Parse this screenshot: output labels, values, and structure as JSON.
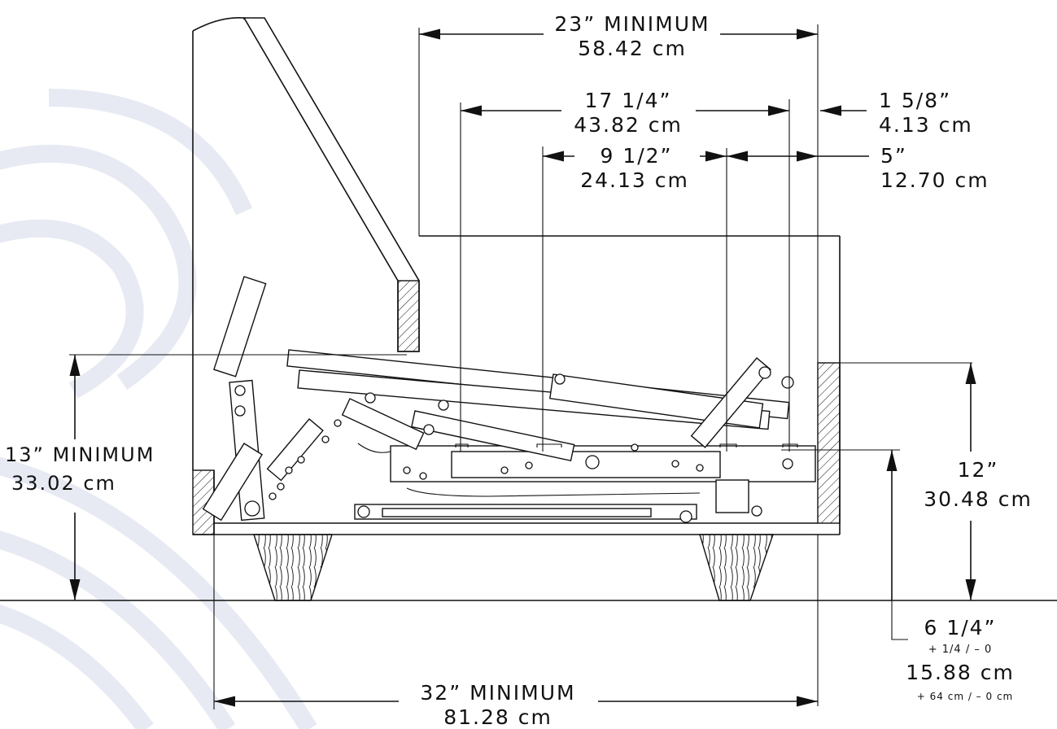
{
  "diagram": {
    "labels": {
      "top_overall_in": "23” MINIMUM",
      "top_overall_cm": "58.42  cm",
      "inner_span_in": "17  1/4”",
      "inner_span_cm": "43.82  cm",
      "mid_span_in": "9  1/2”",
      "mid_span_cm": "24.13  cm",
      "edge_gap_in": "1  5/8”",
      "edge_gap_cm": "4.13  cm",
      "right_span_in": "5”",
      "right_span_cm": "12.70  cm",
      "left_height_in": "13” MINIMUM",
      "left_height_cm": "33.02  cm",
      "right_height_in": "12”",
      "right_height_cm": "30.48  cm",
      "floor_clear_in": "6  1/4”",
      "floor_clear_tol_in": "+ 1/4  /  –  0",
      "floor_clear_cm": "15.88  cm",
      "floor_clear_tol_cm": "+  64  cm  /  –  0  cm",
      "bottom_overall_in": "32” MINIMUM",
      "bottom_overall_cm": "81.28  cm"
    },
    "colors": {
      "line": "#111111",
      "watermark": "#dfe3ef",
      "background": "#ffffff"
    }
  }
}
